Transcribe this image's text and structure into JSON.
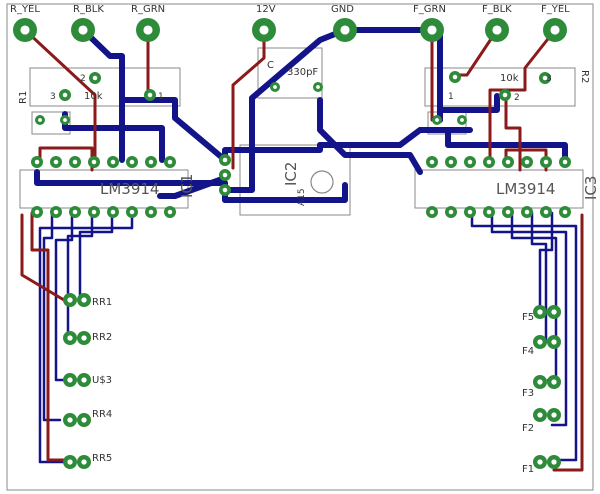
{
  "colors": {
    "top_trace": "#8b1a1a",
    "bottom_trace": "#13138a",
    "pad": "#2e8b3a",
    "silk": "#666666",
    "outline": "#888888"
  },
  "connectors": [
    {
      "label": "R_YEL"
    },
    {
      "label": "R_BLK"
    },
    {
      "label": "R_GRN"
    },
    {
      "label": "12V"
    },
    {
      "label": "GND"
    },
    {
      "label": "F_GRN"
    },
    {
      "label": "F_BLK"
    },
    {
      "label": "F_YEL"
    }
  ],
  "components": {
    "r1": {
      "name": "R1",
      "value": "10k",
      "pin2": "2",
      "pin3": "3",
      "pin1": "1"
    },
    "r2": {
      "name": "R2",
      "value": "10k",
      "pin2": "2",
      "pin3": "3",
      "pin1": "1"
    },
    "cap": {
      "name": "C",
      "value": "330pF"
    },
    "ic1": {
      "name": "IC1",
      "part": "LM3914"
    },
    "ic2": {
      "name": "IC2",
      "part": "A15"
    },
    "ic3": {
      "name": "IC3",
      "part": "LM3914"
    }
  },
  "leds_left": [
    {
      "label": "RR1"
    },
    {
      "label": "RR2"
    },
    {
      "label": "U$3"
    },
    {
      "label": "RR4"
    },
    {
      "label": "RR5"
    }
  ],
  "leds_right": [
    {
      "label": "F5"
    },
    {
      "label": "F4"
    },
    {
      "label": "F3"
    },
    {
      "label": "F2"
    },
    {
      "label": "F1"
    }
  ]
}
